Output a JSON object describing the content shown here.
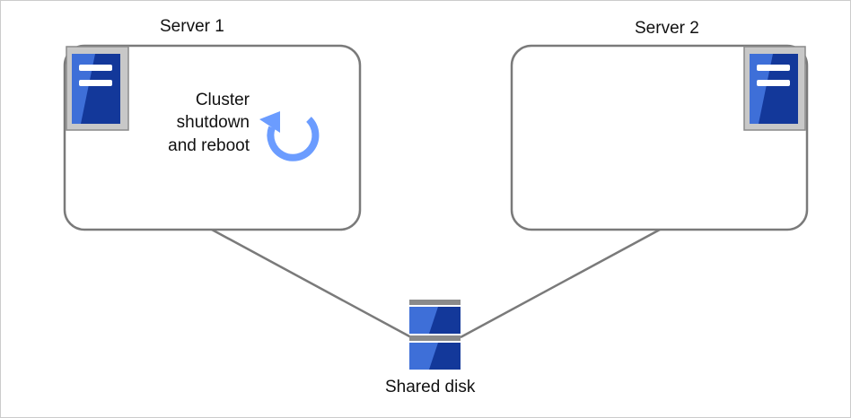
{
  "server1": {
    "title": "Server 1",
    "status_lines": [
      "Cluster",
      "shutdown",
      "and reboot"
    ]
  },
  "server2": {
    "title": "Server 2"
  },
  "disk": {
    "label": "Shared disk"
  },
  "colors": {
    "box_border": "#7a7a7a",
    "server_dark": "#13389a",
    "server_light": "#3e6fd8",
    "server_frame": "#c8c8c8",
    "reboot_arrow": "#6b9cff",
    "connector": "#7a7a7a"
  },
  "icons": {
    "server": "server-icon",
    "reboot": "reboot-icon",
    "disk": "disk-icon"
  }
}
